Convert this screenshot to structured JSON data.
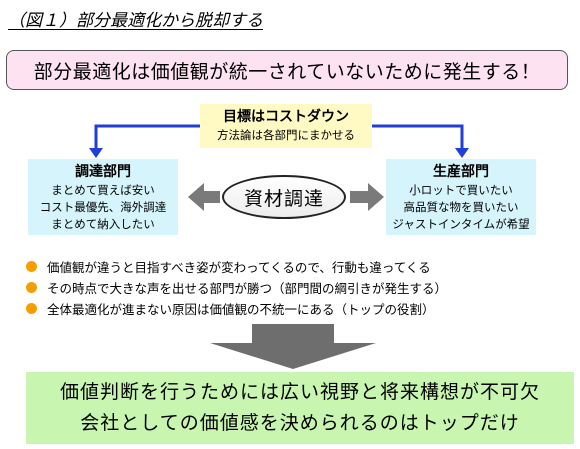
{
  "title": "（図１）部分最適化から脱却する",
  "headline": "部分最適化は価値観が統一されていないために発生する！",
  "goal": {
    "main": "目標はコストダウン",
    "sub": "方法論は各部門にまかせる"
  },
  "center": "資材調達",
  "left_dept": {
    "name": "調達部門",
    "lines": [
      "まとめて買えば安い",
      "コスト最優先、海外調達",
      "まとめて納入したい"
    ]
  },
  "right_dept": {
    "name": "生産部門",
    "lines": [
      "小ロットで買いたい",
      "高品質な物を買いたい",
      "ジャストインタイムが希望"
    ]
  },
  "bullets": [
    "価値観が違うと目指すべき姿が変わってくるので、行動も違ってくる",
    "その時点で大きな声を出せる部門が勝つ（部門間の綱引きが発生する）",
    "全体最適化が進まない原因は価値観の不統一にある（トップの役割）"
  ],
  "conclusion": [
    "価値判断を行うためには広い視野と将来構想が不可欠",
    "会社としての価値感を決められるのはトップだけ"
  ],
  "colors": {
    "headline_bg": "#fde2f2",
    "goal_bg": "#fff9c4",
    "dept_bg": "#d6f4fb",
    "conclusion_bg": "#c8f5b0",
    "connector": "#1f3fd8",
    "bullet": "#f5a000",
    "grey_arrow": "#7a7a7a"
  }
}
